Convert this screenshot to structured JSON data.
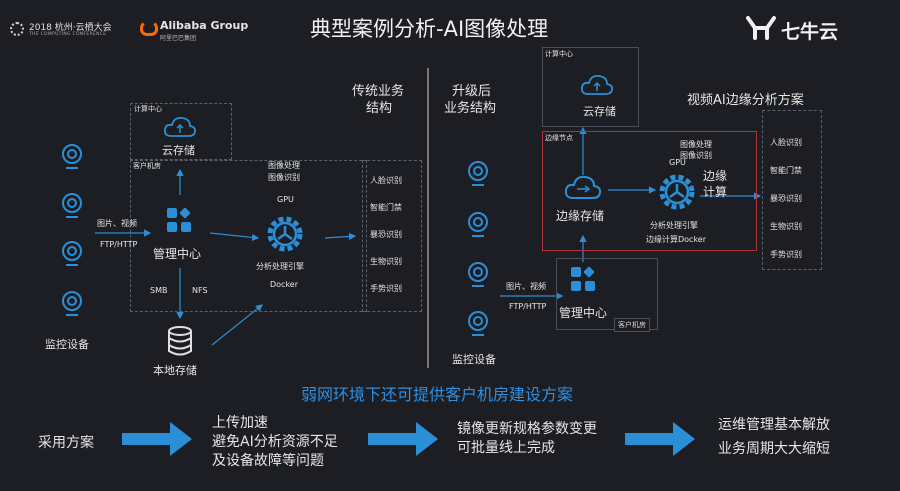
{
  "header": {
    "event_name": "2018 杭州·云栖大会",
    "event_subtitle": "THE COMPUTING CONFERENCE",
    "partner_logo": "Alibaba Group",
    "partner_logo_sub": "阿里巴巴集团",
    "title": "典型案例分析-AI图像处理",
    "brand": "七牛云"
  },
  "left": {
    "section_title_line1": "传统业务",
    "section_title_line2": "结构",
    "compute_center_tag": "计算中心",
    "cloud_storage": "云存储",
    "customer_room_tag": "客户机房",
    "input_label": "图片、视频",
    "protocol_label": "FTP/HTTP",
    "management_center": "管理中心",
    "smb": "SMB",
    "nfs": "NFS",
    "local_storage": "本地存储",
    "monitoring": "监控设备",
    "image_processing": "图像处理",
    "image_recognition": "图像识别",
    "gpu": "GPU",
    "engine": "分析处理引擎",
    "docker": "Docker",
    "results": [
      "人脸识别",
      "智能门禁",
      "暴恐识别",
      "生物识别",
      "手势识别"
    ]
  },
  "right": {
    "section_title_line1": "升级后",
    "section_title_line2": "业务结构",
    "scheme_title": "视频AI边缘分析方案",
    "compute_center_tag": "计算中心",
    "cloud_storage": "云存储",
    "edge_node_tag": "边缘节点",
    "edge_storage": "边缘存储",
    "image_processing": "图像处理",
    "image_recognition": "图像识别",
    "gpu": "GPU",
    "edge_compute": "边缘计算",
    "engine": "分析处理引擎",
    "edge_docker": "边缘计算Docker",
    "input_label": "图片、视频",
    "protocol_label": "FTP/HTTP",
    "management_center": "管理中心",
    "customer_room_tag": "客户机房",
    "monitoring": "监控设备",
    "results": [
      "人脸识别",
      "智能门禁",
      "暴恐识别",
      "生物识别",
      "手势识别"
    ]
  },
  "banner": "弱网环境下还可提供客户机房建设方案",
  "flow": {
    "step1": "采用方案",
    "step2_line1": "上传加速",
    "step2_line2": "避免AI分析资源不足",
    "step2_line3": "及设备故障等问题",
    "step3_line1": "镜像更新规格参数变更",
    "step3_line2": "可批量线上完成",
    "step4_line1": "运维管理基本解放",
    "step4_line2": "业务周期大大缩短"
  },
  "colors": {
    "accent_blue": "#2b8fd8",
    "banner_blue": "#2f8fe0",
    "edge_red": "#b0333a"
  }
}
